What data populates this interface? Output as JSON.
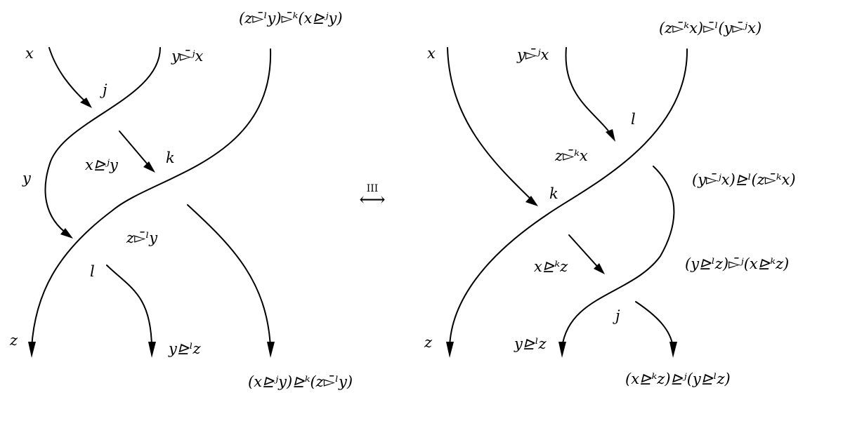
{
  "left_diagram": {
    "labels": {
      "top_x": "x",
      "top_mid": "y▻̄ʲx",
      "top_right": "(z▻̄ˡy)▻̄ᵏ(x⊵ʲy)",
      "j": "j",
      "inner_top": "x⊵ʲy",
      "k": "k",
      "y": "y",
      "inner_bottom": "z▻̄ˡy",
      "l": "l",
      "z": "z",
      "bottom_mid": "y⊵ˡz",
      "bottom_right": "(x⊵ʲy)⊵ᵏ(z▻̄ˡy)"
    }
  },
  "right_diagram": {
    "labels": {
      "top_x": "x",
      "top_mid": "y▻̄ʲx",
      "top_right": "(z▻̄ᵏx)▻̄ˡ(y▻̄ʲx)",
      "l": "l",
      "inner_top": "z▻̄ᵏx",
      "right_upper": "(y▻̄ʲx)⊵ˡ(z▻̄ᵏx)",
      "k": "k",
      "inner_bottom": "x⊵ᵏz",
      "right_lower": "(y⊵ˡz)▻̄ʲ(x⊵ᵏz)",
      "j": "j",
      "z": "z",
      "bottom_mid": "y⊵ˡz",
      "bottom_right": "(x⊵ᵏz)⊵ʲ(y⊵ˡz)"
    }
  },
  "move": {
    "label": "III",
    "arrow": "⟷"
  }
}
